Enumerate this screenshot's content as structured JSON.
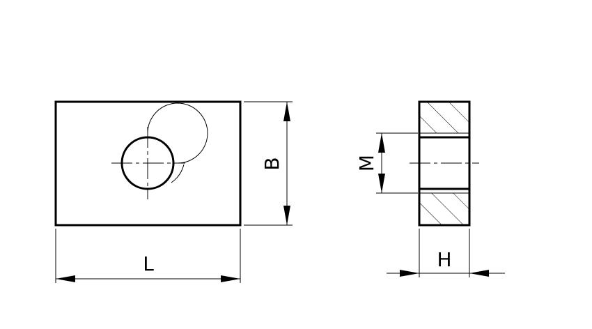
{
  "labels": {
    "length": "L",
    "width": "B",
    "thread": "M",
    "height": "H"
  }
}
